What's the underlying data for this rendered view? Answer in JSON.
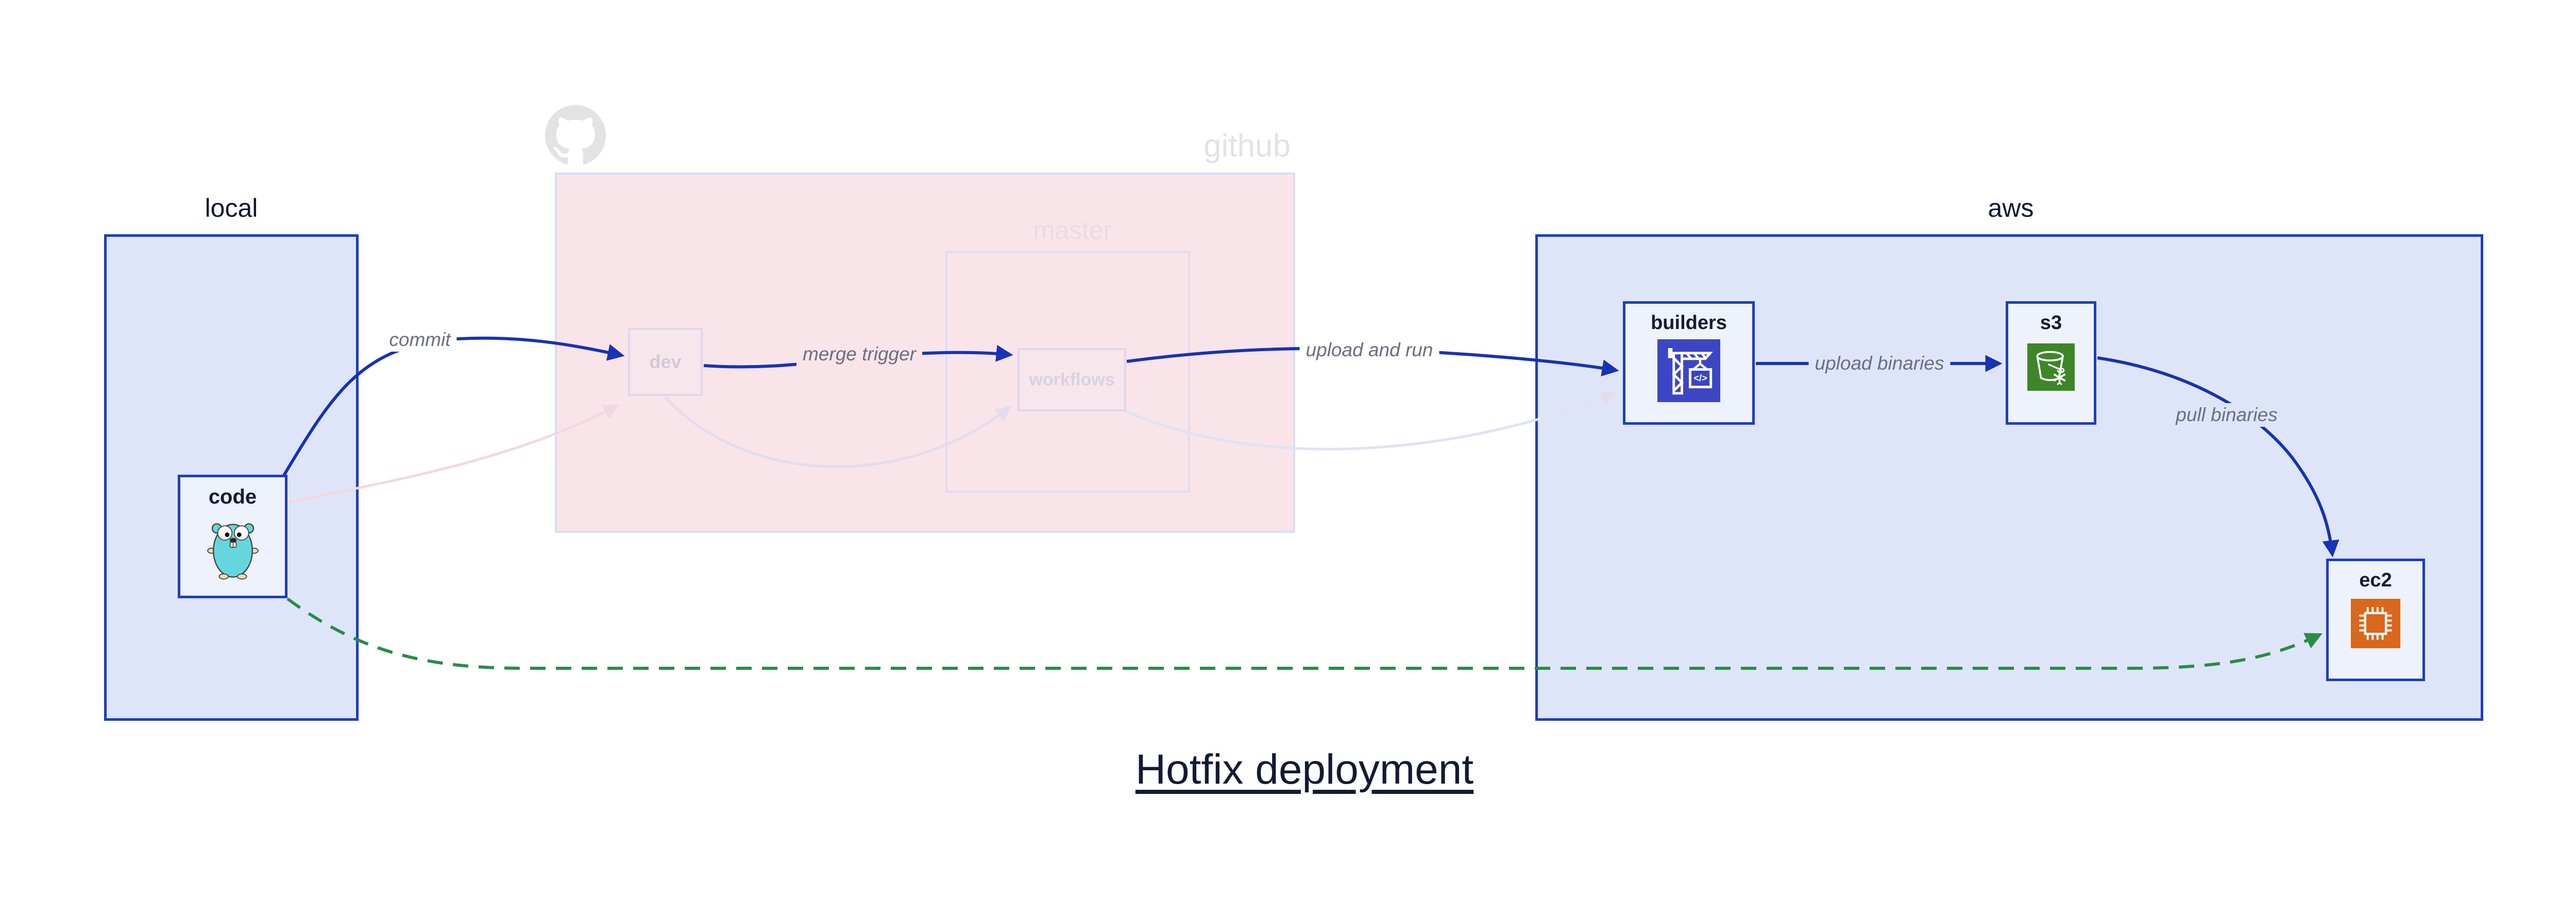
{
  "title": "Hotfix deployment",
  "groups": {
    "local": {
      "label": "local"
    },
    "github": {
      "label": "github"
    },
    "master": {
      "label": "master"
    },
    "aws": {
      "label": "aws"
    }
  },
  "nodes": {
    "code": {
      "label": "code",
      "icon": "go-gopher"
    },
    "dev": {
      "label": "dev",
      "state": "faded"
    },
    "workflows": {
      "label": "workflows",
      "state": "faded"
    },
    "builders": {
      "label": "builders",
      "icon": "codebuild-crane"
    },
    "s3": {
      "label": "s3",
      "icon": "s3-glacier-bucket"
    },
    "ec2": {
      "label": "ec2",
      "icon": "ec2-chip"
    }
  },
  "edges": {
    "commit": {
      "label": "commit",
      "from": "code",
      "to": "dev",
      "style": "solid-blue"
    },
    "merge_trigger": {
      "label": "merge trigger",
      "from": "dev",
      "to": "workflows",
      "style": "solid-blue"
    },
    "upload_and_run": {
      "label": "upload and run",
      "from": "workflows",
      "to": "builders",
      "style": "solid-blue"
    },
    "upload_binaries": {
      "label": "upload binaries",
      "from": "builders",
      "to": "s3",
      "style": "solid-blue"
    },
    "pull_binaries": {
      "label": "pull binaries",
      "from": "s3",
      "to": "ec2",
      "style": "solid-blue"
    },
    "hotfix_direct": {
      "label": "",
      "from": "code",
      "to": "ec2",
      "style": "dashed-green"
    },
    "faded_code_dev": {
      "label": "",
      "from": "code",
      "to": "dev",
      "style": "faded"
    },
    "faded_dev_workflows": {
      "label": "",
      "from": "dev",
      "to": "workflows",
      "style": "faded"
    },
    "faded_workflows_build": {
      "label": "",
      "from": "workflows",
      "to": "builders",
      "style": "faded"
    }
  },
  "icons": {
    "codebuild_glyph": "</>"
  },
  "colors": {
    "group_fill_blue": "#dfe5f8",
    "group_border_blue": "#1d3ebe",
    "group_fill_pink": "#f9e4ea",
    "group_border_pink": "#d9def1",
    "node_fill": "#eef2fc",
    "edge_blue": "#1732b4",
    "edge_green": "#2b8b48",
    "edge_faded_pink": "#f3d8e1",
    "edge_faded_lavender": "#e3dcee",
    "label_gray": "#6a7080",
    "text_navy": "#131a33",
    "codebuild_bg": "#3c46c5",
    "s3_bg": "#3e8629",
    "ec2_bg": "#d9671c",
    "octocat_gray": "#e3e3e5"
  }
}
